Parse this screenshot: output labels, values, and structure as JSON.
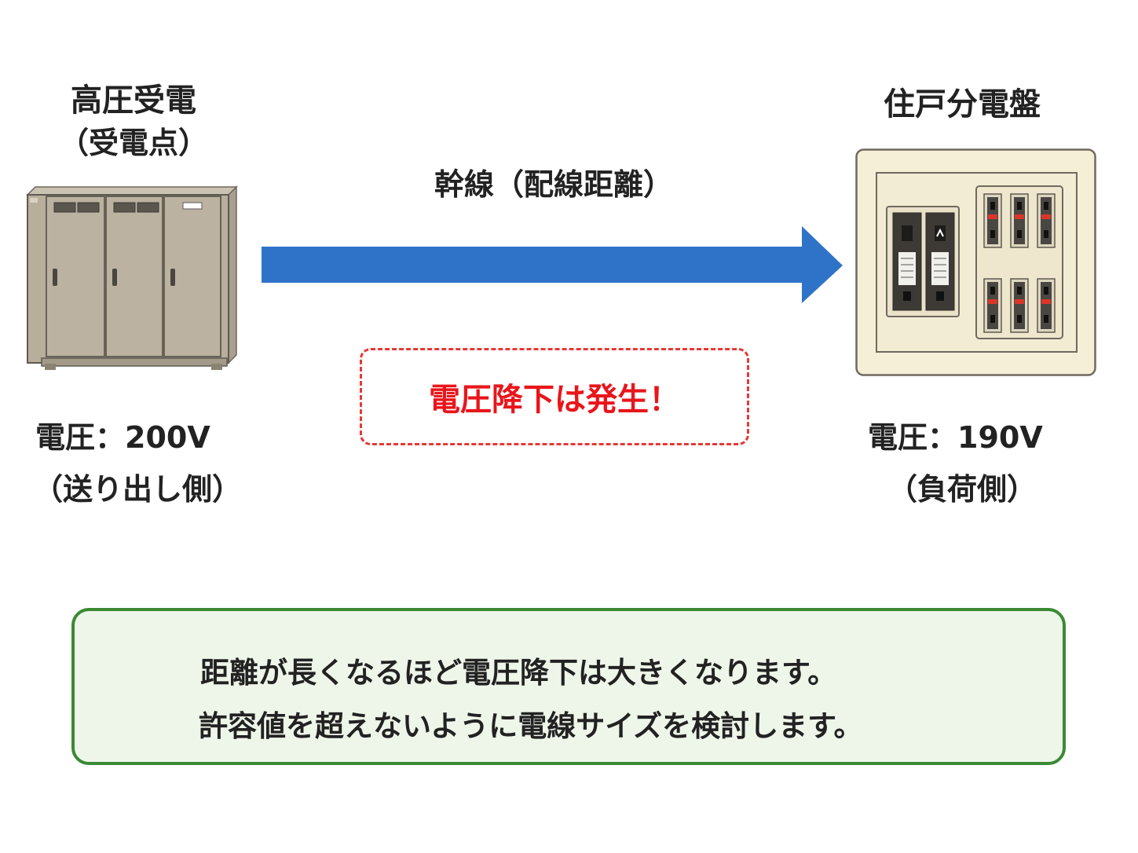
{
  "source": {
    "title": "高圧受電",
    "subtitle": "（受電点）",
    "voltage": "電圧：200V",
    "side": "（送り出し側）"
  },
  "destination": {
    "title": "住戸分電盤",
    "voltage": "電圧：190V",
    "side": "（負荷側）"
  },
  "feeder": {
    "label": "幹線（配線距離）",
    "arrow_color": "#2f73c9"
  },
  "alert": {
    "text": "電圧降下は発生！",
    "color": "#e8161b"
  },
  "note": {
    "line1": "距離が長くなるほど電圧降下は大きくなります。",
    "line2": "許容値を超えないように電線サイズを検討します。",
    "border_color": "#3a8a34",
    "background": "#eef6e9"
  },
  "icons": {
    "cabinet": "high-voltage-cubicle-icon",
    "panel": "distribution-panel-icon"
  }
}
